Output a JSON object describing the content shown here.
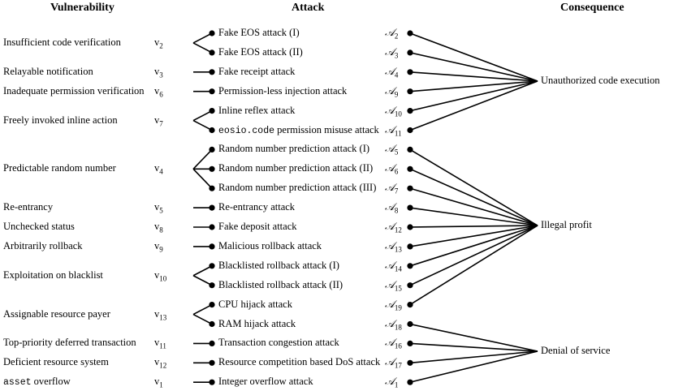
{
  "headers": {
    "vulnerability": "Vulnerability",
    "attack": "Attack",
    "consequence": "Consequence"
  },
  "vulnerabilities": [
    {
      "label": "Insufficient code verification",
      "id": "v",
      "sub": "2"
    },
    {
      "label": "Relayable notification",
      "id": "v",
      "sub": "3"
    },
    {
      "label": "Inadequate permission verification",
      "id": "v",
      "sub": "6"
    },
    {
      "label": "Freely invoked inline action",
      "id": "v",
      "sub": "7"
    },
    {
      "label": "Predictable random number",
      "id": "v",
      "sub": "4"
    },
    {
      "label": "Re-entrancy",
      "id": "v",
      "sub": "5"
    },
    {
      "label": "Unchecked status",
      "id": "v",
      "sub": "8"
    },
    {
      "label": "Arbitrarily rollback",
      "id": "v",
      "sub": "9"
    },
    {
      "label": "Exploitation on blacklist",
      "id": "v",
      "sub": "10"
    },
    {
      "label": "Assignable resource payer",
      "id": "v",
      "sub": "13"
    },
    {
      "label": "Top-priority deferred transaction",
      "id": "v",
      "sub": "11"
    },
    {
      "label": "Deficient resource system",
      "id": "v",
      "sub": "12"
    },
    {
      "label_code": "asset",
      "label": " overflow",
      "id": "v",
      "sub": "1"
    }
  ],
  "attacks": [
    {
      "label": "Fake EOS attack (I)",
      "id": "𝒜",
      "sub": "2"
    },
    {
      "label": "Fake EOS attack (II)",
      "id": "𝒜",
      "sub": "3"
    },
    {
      "label": "Fake receipt attack",
      "id": "𝒜",
      "sub": "4"
    },
    {
      "label": "Permission-less injection attack",
      "id": "𝒜",
      "sub": "9"
    },
    {
      "label": "Inline reflex attack",
      "id": "𝒜",
      "sub": "10"
    },
    {
      "label_code": "eosio.code",
      "label": " permission misuse attack",
      "id": "𝒜",
      "sub": "11"
    },
    {
      "label": "Random number prediction attack (I)",
      "id": "𝒜",
      "sub": "5"
    },
    {
      "label": "Random number prediction attack (II)",
      "id": "𝒜",
      "sub": "6"
    },
    {
      "label": "Random number prediction attack (III)",
      "id": "𝒜",
      "sub": "7"
    },
    {
      "label": "Re-entrancy attack",
      "id": "𝒜",
      "sub": "8"
    },
    {
      "label": "Fake deposit attack",
      "id": "𝒜",
      "sub": "12"
    },
    {
      "label": "Malicious rollback attack",
      "id": "𝒜",
      "sub": "13"
    },
    {
      "label": "Blacklisted rollback attack (I)",
      "id": "𝒜",
      "sub": "14"
    },
    {
      "label": "Blacklisted rollback attack (II)",
      "id": "𝒜",
      "sub": "15"
    },
    {
      "label": "CPU hijack attack",
      "id": "𝒜",
      "sub": "19"
    },
    {
      "label": "RAM hijack attack",
      "id": "𝒜",
      "sub": "18"
    },
    {
      "label": "Transaction congestion attack",
      "id": "𝒜",
      "sub": "16"
    },
    {
      "label": "Resource competition based DoS attack",
      "id": "𝒜",
      "sub": "17"
    },
    {
      "label": "Integer overflow attack",
      "id": "𝒜",
      "sub": "1"
    }
  ],
  "consequences": [
    {
      "label": "Unauthorized code execution"
    },
    {
      "label": "Illegal profit"
    },
    {
      "label": "Denial of service"
    }
  ],
  "vuln_to_attacks": [
    [
      0,
      1
    ],
    [
      2
    ],
    [
      3
    ],
    [
      4,
      5
    ],
    [
      6,
      7,
      8
    ],
    [
      9
    ],
    [
      10
    ],
    [
      11
    ],
    [
      12,
      13
    ],
    [
      14,
      15
    ],
    [
      16
    ],
    [
      17
    ],
    [
      18
    ]
  ],
  "attack_to_consequence": [
    0,
    0,
    0,
    0,
    0,
    0,
    1,
    1,
    1,
    1,
    1,
    1,
    1,
    1,
    1,
    2,
    2,
    2,
    2
  ]
}
